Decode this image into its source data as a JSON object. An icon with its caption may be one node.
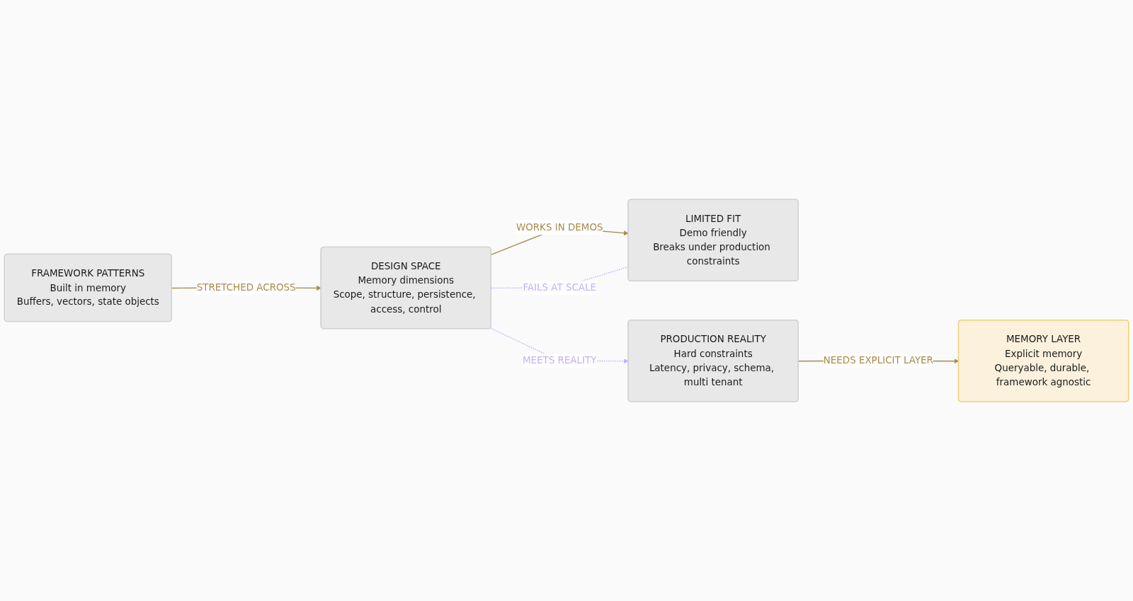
{
  "diagram": {
    "nodes": [
      {
        "text": [
          "FRAMEWORK PATTERNS",
          "Built in memory",
          "Buffers, vectors, state objects"
        ]
      },
      {
        "text": [
          "DESIGN SPACE",
          "Memory dimensions",
          "Scope, structure, persistence, access, control"
        ]
      },
      {
        "text": [
          "LIMITED FIT",
          "Demo friendly",
          "Breaks under production constraints"
        ]
      },
      {
        "text": [
          "PRODUCTION REALITY",
          "Hard constraints",
          "Latency, privacy, schema, multi tenant"
        ]
      },
      {
        "text": [
          "MEMORY LAYER",
          "Explicit memory",
          "Queryable, durable, framework agnostic"
        ]
      }
    ],
    "edges": [
      {
        "from": 0,
        "to": 1,
        "arrow": "to",
        "label": "STRETCHED ACROSS"
      },
      {
        "from": 1,
        "to": 2,
        "arrow": "to",
        "label": "WORKS IN DEMOS"
      },
      {
        "from": 2,
        "to": 1,
        "arrow": "none",
        "label": "FAILS AT SCALE",
        "style": "dashed",
        "color": "#c4b0f5"
      },
      {
        "from": 1,
        "to": 3,
        "arrow": "to",
        "label": "MEETS REALITY",
        "style": "dashed",
        "color": "#c4b0f5"
      },
      {
        "from": 3,
        "to": 4,
        "arrow": "to",
        "label": "NEEDS EXPLICIT LAYER"
      }
    ]
  }
}
